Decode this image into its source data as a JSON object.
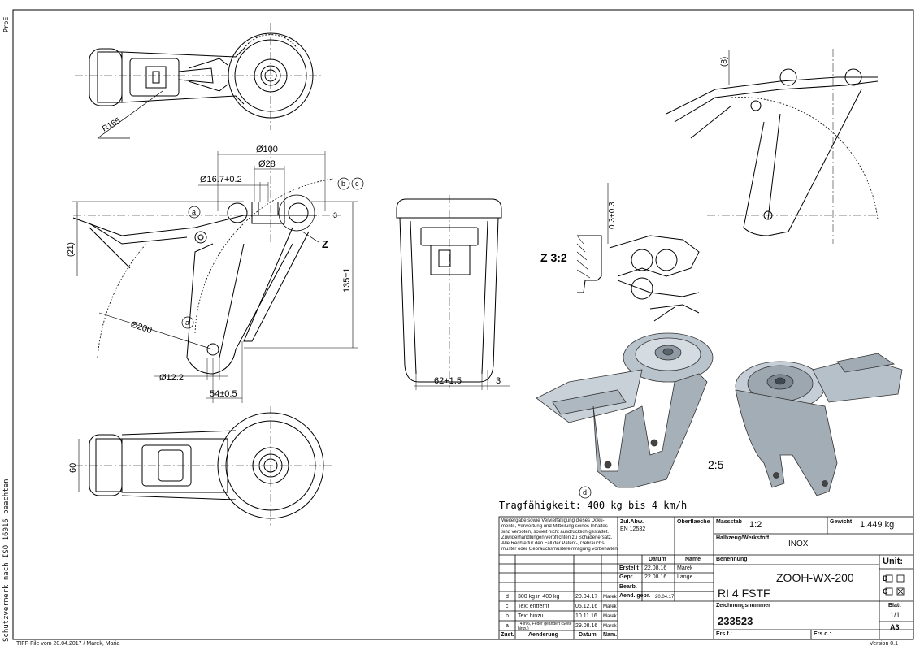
{
  "sheet": {
    "side_label_top": "ProE",
    "side_label_iso": "Schutzvermerk nach ISO 16016 beachten",
    "footer_left": "TIFF-File vom 20.04.2017 / Marek, Maria",
    "footer_right": "Version 0.1"
  },
  "dimensions": {
    "r165": "R165",
    "d100": "Ø100",
    "d28": "Ø28",
    "d16": "Ø16.7+0.2",
    "b": "b",
    "c": "c",
    "a1": "a",
    "a2": "a",
    "d21": "(21)",
    "d135": "135±1",
    "z": "Z",
    "d200": "Ø200",
    "d12": "Ø12.2",
    "d54": "54±0.5",
    "d62": "62+1.5",
    "d3": "3",
    "d3b": "3",
    "d8": "(8)",
    "d03": "0.3+0.3",
    "d60": "60",
    "d_marker": "d"
  },
  "detail": {
    "label": "Z 3:2"
  },
  "views": {
    "scale_iso": "2:5"
  },
  "notes": {
    "capacity": "Tragfähigkeit: 400 kg bis 4 km/h"
  },
  "title_block": {
    "copyright": [
      "Weitergabe sowie Vervielfältigung dieses Doku-",
      "ments, Verwertung und Mitteilung seines Inhaltes",
      "sind verboten, soweit nicht ausdrücklich gestattet.",
      "Zuwiderhandlungen verpflichten zu Schadenersatz.",
      "Alle Rechte für den Fall der Patent-, Gebrauchs-",
      "muster oder Gebrauchsmustereintragung vorbehalten."
    ],
    "tolerance_label": "Zul.Abw.",
    "tolerance_value": "EN 12532",
    "surface_label": "Oberflaeche",
    "scale_label": "Massstab",
    "scale_value": "1:2",
    "weight_label": "Gewicht",
    "weight_value": "1.449 kg",
    "material_label": "Halbzeug/Werkstoff",
    "material_value": "INOX",
    "col_datum": "Datum",
    "col_name": "Name",
    "erstellt": "Erstellt",
    "erstellt_date": "22.08.16",
    "erstellt_name": "Marek",
    "gepr": "Gepr.",
    "gepr_date": "22.08.16",
    "gepr_name": "Lange",
    "bearb": "Bearb.",
    "aend": "Aend. gepr.",
    "aend_date": "20.04.17",
    "benennung_label": "Benennung",
    "benennung_1": "ZOOH-WX-200",
    "benennung_2": "RI 4 FSTF",
    "zeichnungsnr_label": "Zeichnungsnummer",
    "zeichnungsnr": "233523",
    "unit_label": "Unit:",
    "unit_d": "D",
    "unit_c": "C",
    "blatt_label": "Blatt",
    "blatt_value": "1/1",
    "format": "A3",
    "ersf": "Ers.f.:",
    "ersd": "Ers.d.:",
    "rev_headers": [
      "Zust.",
      "Aenderung",
      "Datum",
      "Nam."
    ],
    "revisions": [
      {
        "z": "d",
        "text": "300 kg in 400 kg",
        "date": "20.04.17",
        "name": "Marek"
      },
      {
        "z": "c",
        "text": "Text entfernt",
        "date": "05.12.16",
        "name": "Marek"
      },
      {
        "z": "b",
        "text": "Text hinzu",
        "date": "10.11.16",
        "name": "Marek"
      },
      {
        "z": "a",
        "text": "74 in 6, Feder geändert (Seite hinzu)",
        "date": "29.08.16",
        "name": "Marek"
      }
    ]
  }
}
